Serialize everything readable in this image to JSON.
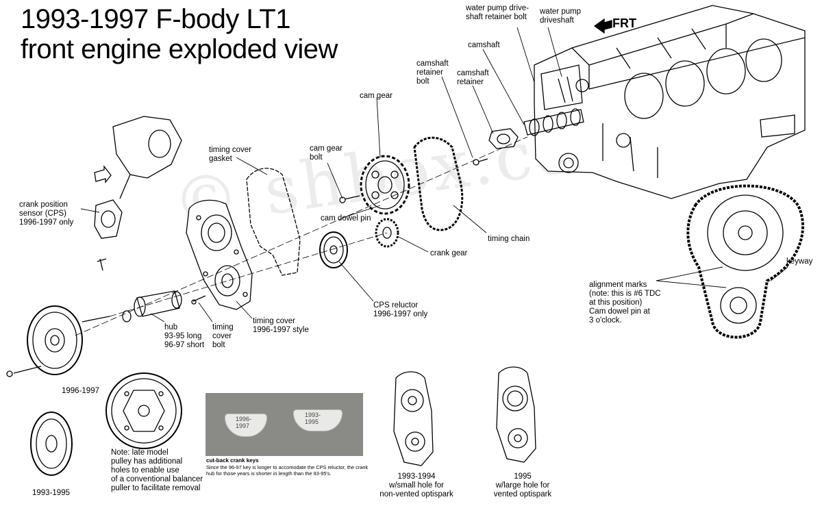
{
  "title": {
    "line1": "1993-1997 F-body LT1",
    "line2": "front engine exploded view"
  },
  "watermark": "© shbox.com",
  "labels": {
    "frt": "FRT",
    "water_pump_retainer_bolt": "water pump drive-\nshaft retainer bolt",
    "water_pump_driveshaft": "water pump\ndriveshaft",
    "camshaft": "camshaft",
    "camshaft_retainer_bolt": "camshaft\nretainer\nbolt",
    "camshaft_retainer": "camshaft\nretainer",
    "cam_gear": "cam gear",
    "cam_gear_bolt": "cam gear\nbolt",
    "timing_cover_gasket": "timing cover\ngasket",
    "cam_dowel_pin": "cam dowel pin",
    "timing_chain": "timing chain",
    "crank_gear": "crank gear",
    "crank_position_sensor": "crank position\nsensor (CPS)\n1996-1997 only",
    "cps_reluctor": "CPS reluctor\n1996-1997 only",
    "hub": "hub\n93-95 long\n96-97 short",
    "timing_cover_bolt": "timing\ncover\nbolt",
    "timing_cover_style": "timing cover\n1996-1997 style",
    "keyway": "keyway",
    "alignment_marks": "alignment marks\n(note: this is #6 TDC\nat this position)\nCam dowel pin at\n3 o'clock.",
    "pulley_9697": "1996-1997",
    "pulley_9395": "1993-1995",
    "pulley_note": "Note: late model\npulley has additional\nholes to enable use\nof a conventional balancer\npuller to facilitate removal",
    "cover_9394": "1993-1994\nw/small hole for\nnon-vented optispark",
    "cover_95": "1995\nw/large hole for\nvented optispark"
  },
  "photo": {
    "key_left": "1996-\n1997",
    "key_right": "1993-\n1995",
    "caption_title": "cut-back crank keys",
    "caption_body": "Since the 96-97 key is longer to accomodate the CPS reluctor, the crank hub for those years is shorter in length than the 93-95's."
  }
}
